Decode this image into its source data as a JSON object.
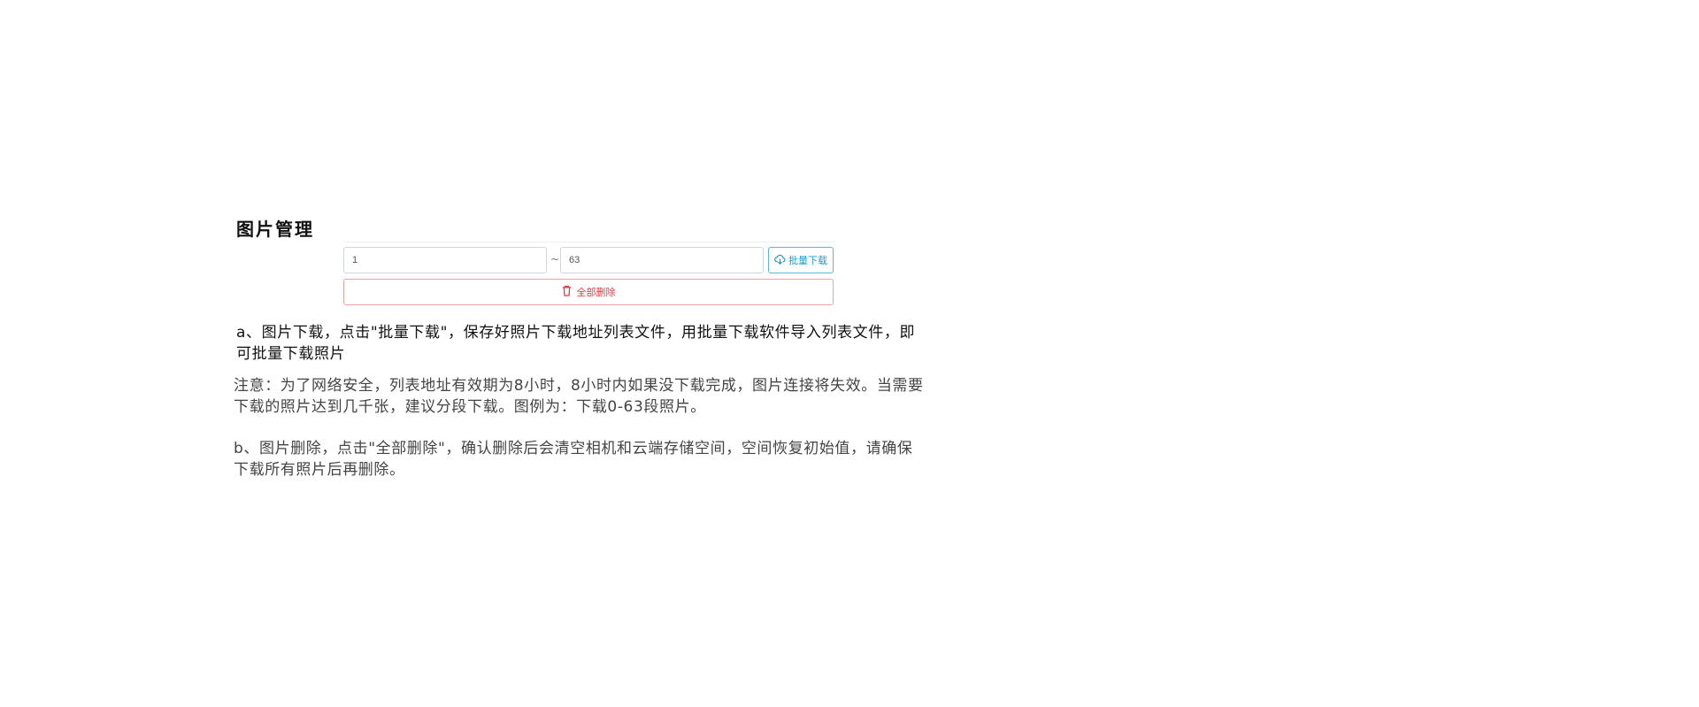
{
  "section": {
    "title": "图片管理"
  },
  "range": {
    "start_value": "1",
    "separator": "~",
    "end_value": "63"
  },
  "buttons": {
    "batch_download": "批量下载",
    "delete_all": "全部删除"
  },
  "instructions": {
    "download": "a、图片下载，点击\"批量下载\"，保存好照片下载地址列表文件，用批量下载软件导入列表文件，即可批量下载照片",
    "note": "注意：为了网络安全，列表地址有效期为8小时，8小时内如果没下载完成，图片连接将失效。当需要下载的照片达到几千张，建议分段下载。图例为：下载0-63段照片。",
    "delete": "b、图片删除，点击\"全部删除\"，确认删除后会清空相机和云端存储空间，空间恢复初始值，请确保下载所有照片后再删除。"
  },
  "colors": {
    "primary": "#1d9bd0",
    "danger": "#e0393e"
  }
}
